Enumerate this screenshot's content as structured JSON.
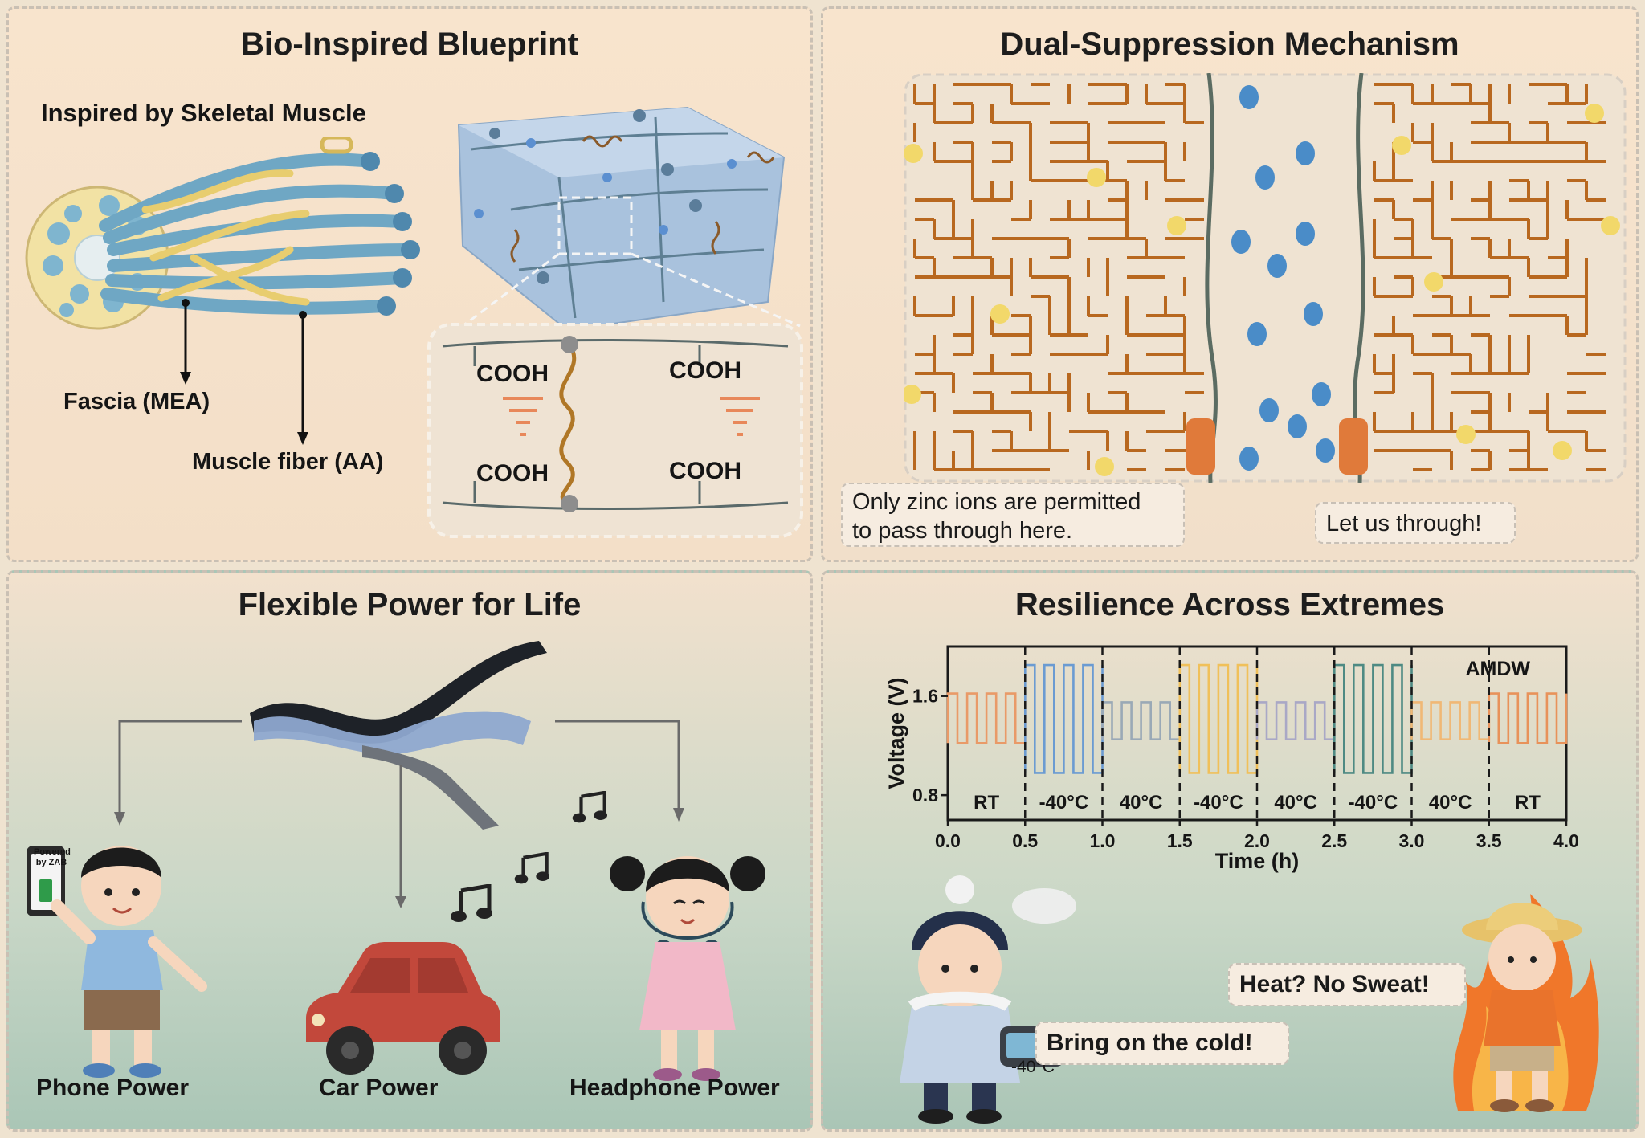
{
  "panels": {
    "blueprint": {
      "title": "Bio-Inspired Blueprint",
      "subtitle": "Inspired by Skeletal Muscle",
      "fascia_label": "Fascia (MEA)",
      "fiber_label": "Muscle fiber (AA)",
      "group_top_left": "COOH",
      "group_top_right": "COOH",
      "group_bottom_left": "COOH",
      "group_bottom_right": "COOH"
    },
    "mechanism": {
      "title": "Dual-Suppression Mechanism",
      "guard_line1": "Only zinc ions are permitted",
      "guard_line2": "to pass through here.",
      "plea": "Let us through!"
    },
    "applications": {
      "title": "Flexible Power for Life",
      "phone_screen_line1": "Powered",
      "phone_screen_line2": "by ZAB",
      "phone": "Phone Power",
      "car": "Car Power",
      "headphone": "Headphone Power"
    },
    "resilience": {
      "title": "Resilience Across Extremes",
      "cold_quote": "Bring on the cold!",
      "hot_quote": "Heat? No Sweat!",
      "thermometer": "-40°C"
    }
  },
  "colors": {
    "maze": "#b8681f",
    "gel": "#9fbad8",
    "car": "#c2483b",
    "ion_blue": "#4a8cc8",
    "ion_yellow": "#f2d86a"
  },
  "chart_data": {
    "type": "line",
    "xlabel": "Time (h)",
    "ylabel": "Voltage (V)",
    "xlim": [
      0.0,
      4.0
    ],
    "ylim": [
      0.6,
      2.0
    ],
    "xticks": [
      "0.0",
      "0.5",
      "1.0",
      "1.5",
      "2.0",
      "2.5",
      "3.0",
      "3.5",
      "4.0"
    ],
    "yticks": [
      "0.8",
      "1.6"
    ],
    "series_name": "AMDW",
    "segments": [
      {
        "label": "RT",
        "start": 0.0,
        "end": 0.5,
        "high": 1.62,
        "low": 1.22,
        "cycles": 4,
        "color": "#e99a68"
      },
      {
        "label": "-40°C",
        "start": 0.5,
        "end": 1.0,
        "high": 1.85,
        "low": 0.98,
        "cycles": 4,
        "color": "#6b9bd2"
      },
      {
        "label": "40°C",
        "start": 1.0,
        "end": 1.5,
        "high": 1.55,
        "low": 1.25,
        "cycles": 4,
        "color": "#9aa9b6"
      },
      {
        "label": "-40°C",
        "start": 1.5,
        "end": 2.0,
        "high": 1.85,
        "low": 0.98,
        "cycles": 4,
        "color": "#f0c05a"
      },
      {
        "label": "40°C",
        "start": 2.0,
        "end": 2.5,
        "high": 1.55,
        "low": 1.25,
        "cycles": 4,
        "color": "#a9a8c6"
      },
      {
        "label": "-40°C",
        "start": 2.5,
        "end": 3.0,
        "high": 1.85,
        "low": 0.98,
        "cycles": 4,
        "color": "#4e8a83"
      },
      {
        "label": "40°C",
        "start": 3.0,
        "end": 3.5,
        "high": 1.55,
        "low": 1.25,
        "cycles": 4,
        "color": "#f0b875"
      },
      {
        "label": "RT",
        "start": 3.5,
        "end": 4.0,
        "high": 1.62,
        "low": 1.22,
        "cycles": 4,
        "color": "#e8925a"
      }
    ]
  }
}
